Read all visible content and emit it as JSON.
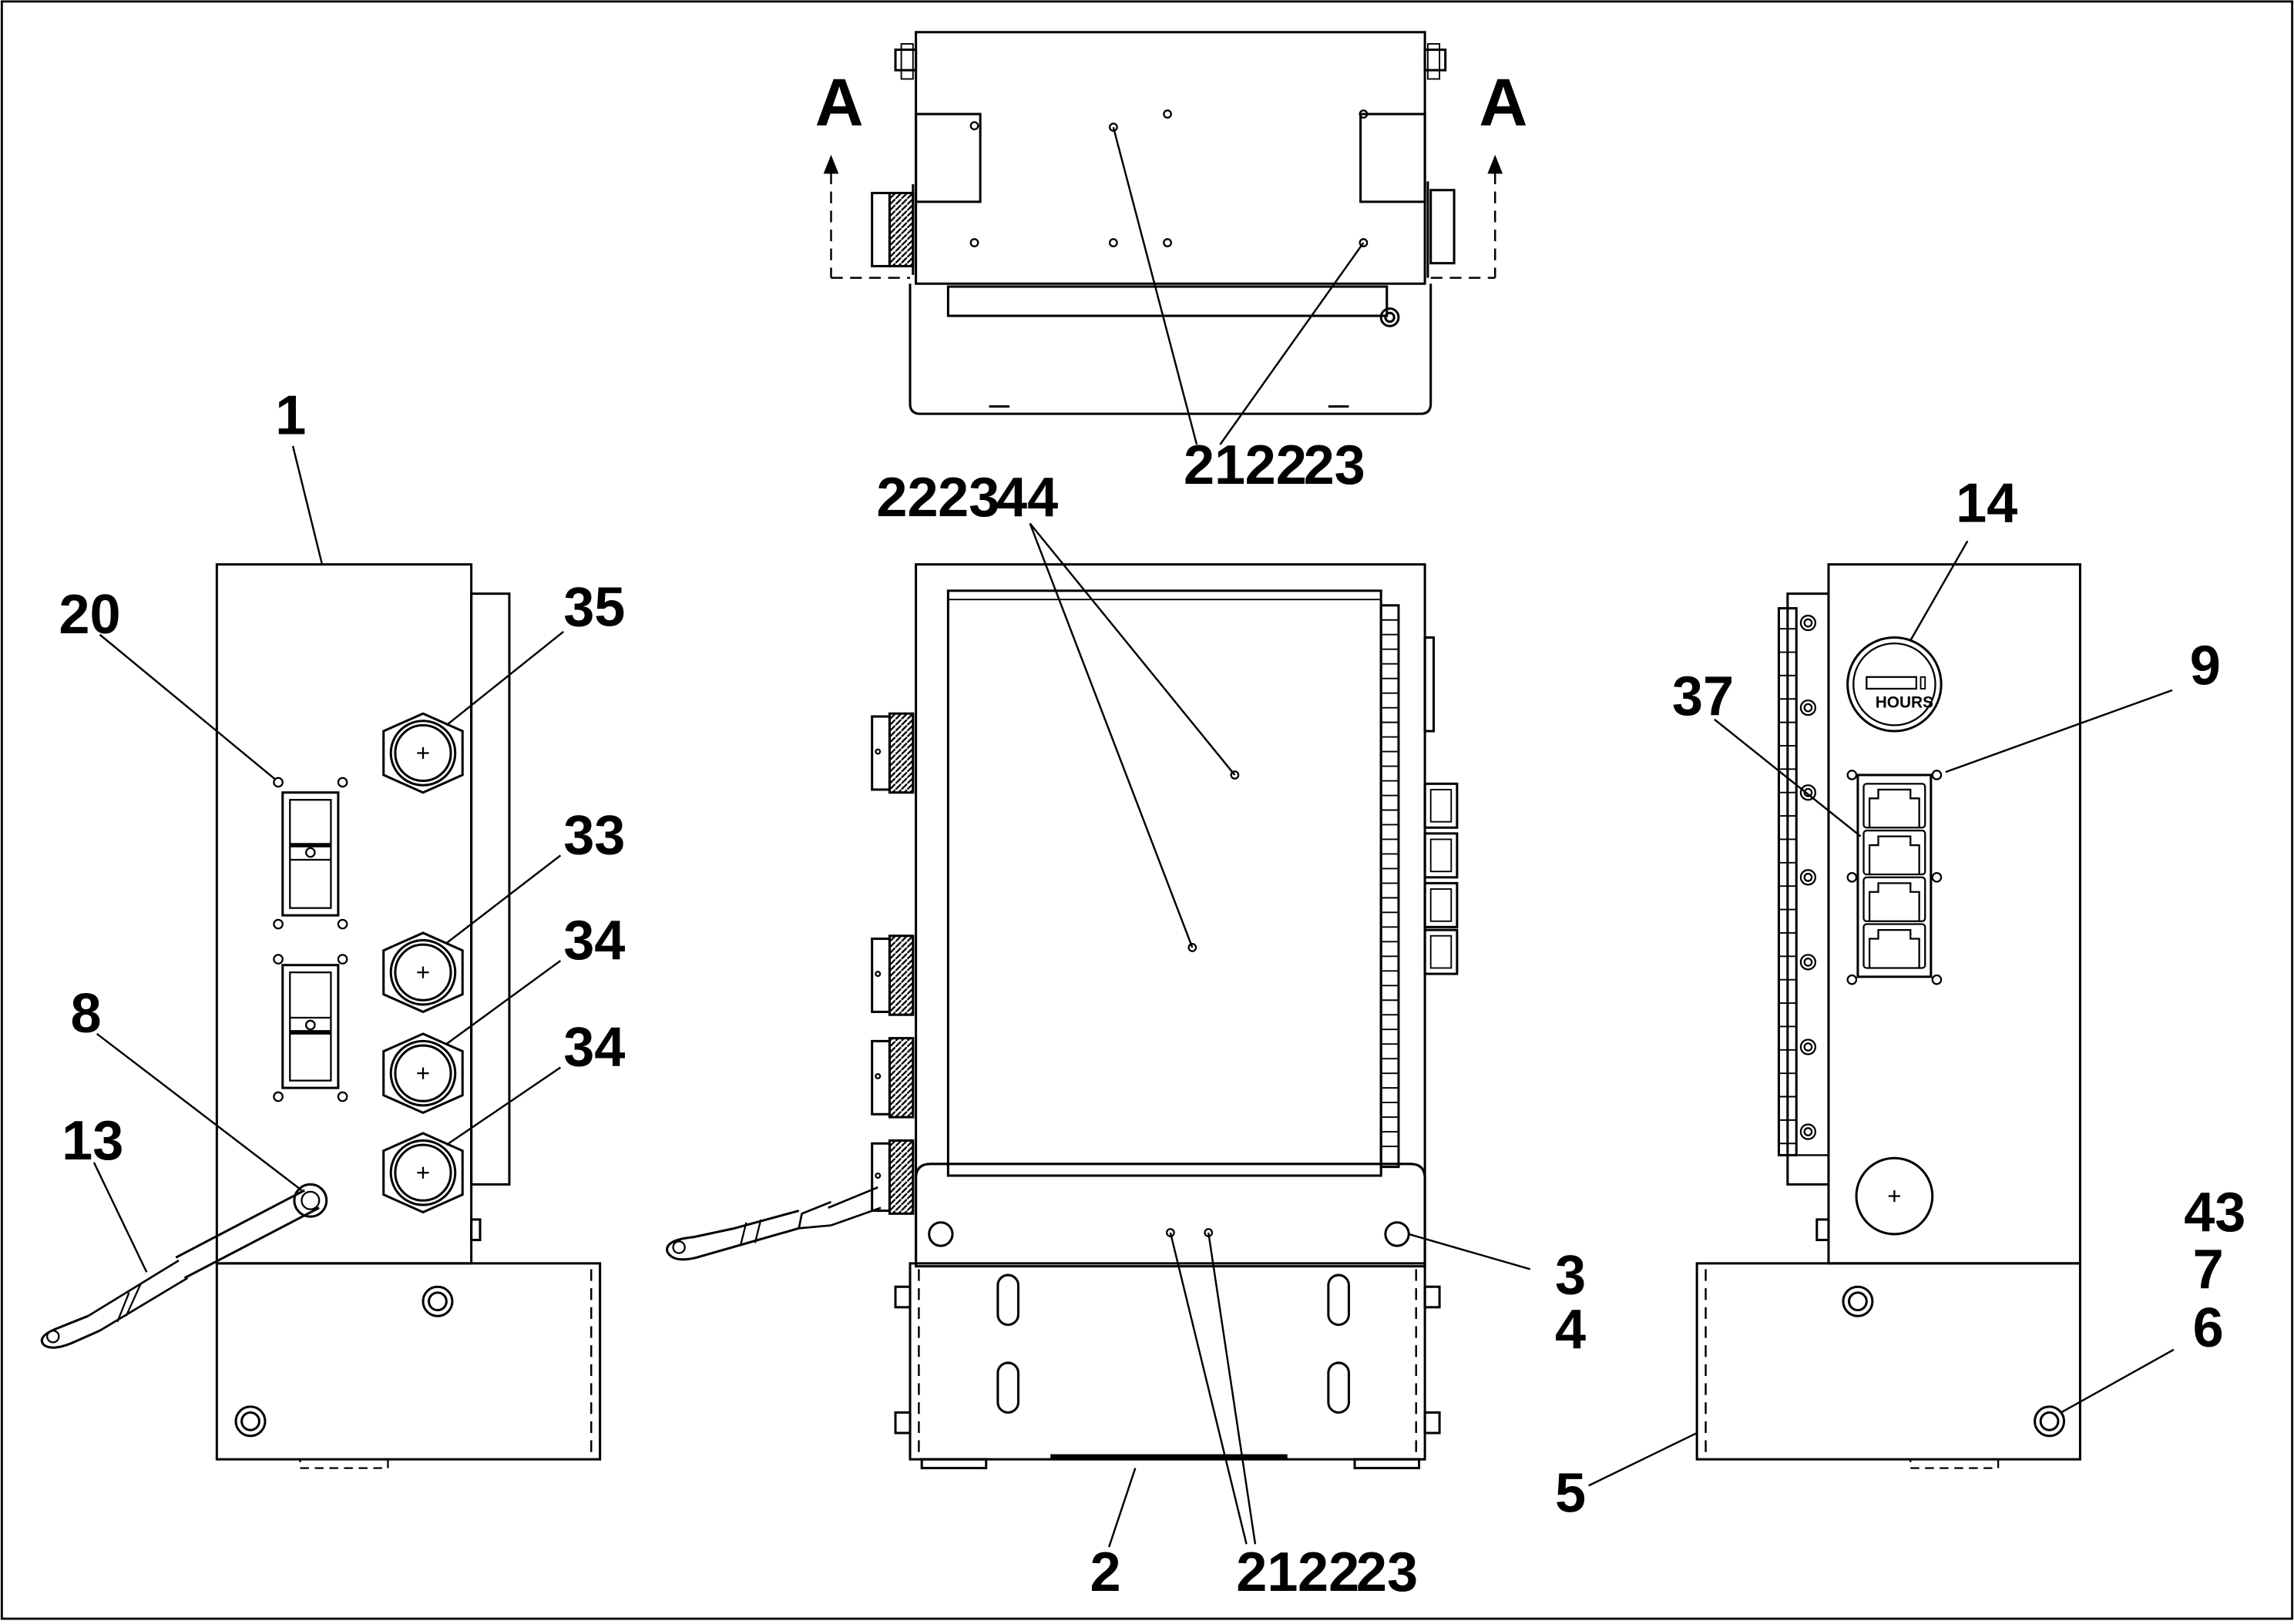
{
  "callouts": {
    "c1": "1",
    "c20": "20",
    "c35": "35",
    "c33": "33",
    "c34a": "34",
    "c34b": "34",
    "c8": "8",
    "c13": "13",
    "top_21": "21",
    "top_22": "22",
    "top_23": "23",
    "front_22": "22",
    "front_23": "23",
    "front_44": "44",
    "c3": "3",
    "c4": "4",
    "c5": "5",
    "c2": "2",
    "bottom_21": "21",
    "bottom_22": "22",
    "bottom_23": "23",
    "c14": "14",
    "c37": "37",
    "c9": "9",
    "c43": "43",
    "c7": "7",
    "c6": "6"
  },
  "section_marks": {
    "left": "A",
    "right": "A"
  },
  "hour_meter_label": "HOURS",
  "colors": {
    "line": "#000000",
    "background": "#ffffff"
  }
}
